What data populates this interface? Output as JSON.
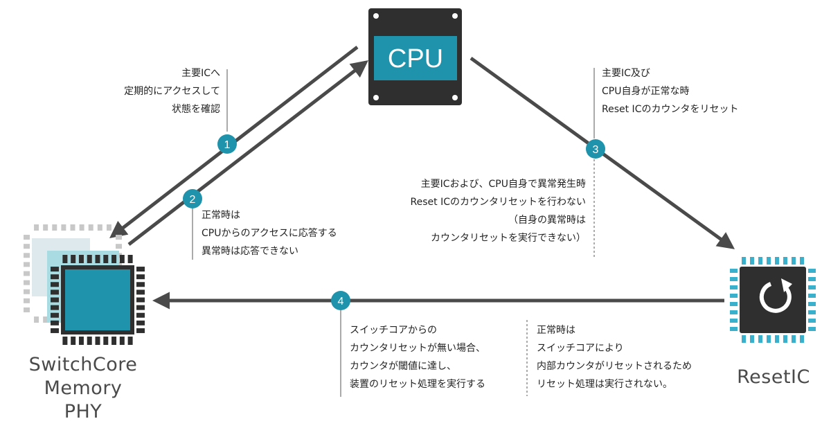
{
  "nodes": {
    "cpu_label": "CPU",
    "switchcore_lines": [
      "SwitchCore",
      "Memory",
      "PHY"
    ],
    "resetic_label": "ResetIC"
  },
  "steps": [
    "1",
    "2",
    "3",
    "4"
  ],
  "notes": {
    "n1": [
      "主要ICへ",
      "定期的にアクセスして",
      "状態を確認"
    ],
    "n2": [
      "正常時は",
      "CPUからのアクセスに応答する",
      "異常時は応答できない"
    ],
    "n3": [
      "主要IC及び",
      "CPU自身が正常な時",
      "Reset ICのカウンタをリセット"
    ],
    "n3b": [
      "主要ICおよび、CPU自身で異常発生時",
      "Reset ICのカウンタリセットを行わない",
      "（自身の異常時は",
      "カウンタリセットを実行できない）"
    ],
    "n4": [
      "スイッチコアからの",
      "カウンタリセットが無い場合、",
      "カウンタが閾値に達し、",
      "装置のリセット処理を実行する"
    ],
    "n4b": [
      "正常時は",
      "スイッチコアにより",
      "内部カウンタがリセットされるため",
      "リセット処理は実行されない。"
    ]
  },
  "colors": {
    "teal": "#1f93ab",
    "teal_light": "#a9dbe3",
    "dark": "#2f2f2f",
    "arrow": "#4a4a4a",
    "pin_gray": "#c8c8c8",
    "pin_blue": "#3ab0cc"
  },
  "icons": {
    "cpu": "cpu-chip-icon",
    "switchcore": "stacked-chip-icon",
    "resetic": "reset-cycle-chip-icon"
  }
}
